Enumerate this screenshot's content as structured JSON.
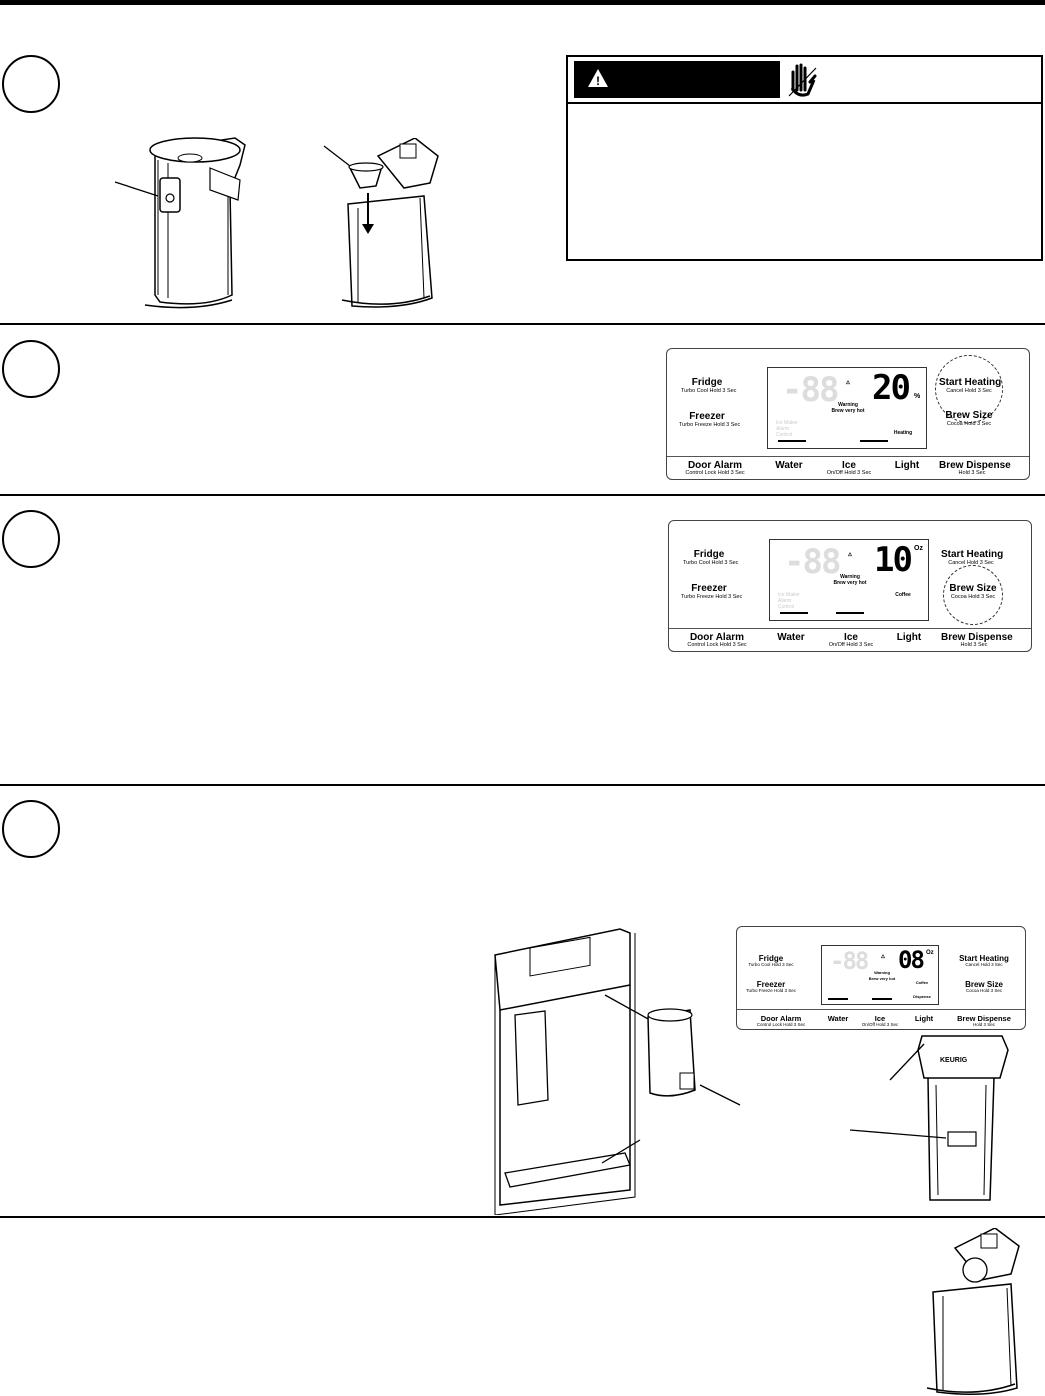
{
  "panel2": {
    "left_labels": [
      {
        "title": "Fridge",
        "sub": "Turbo Cool Hold 3 Sec"
      },
      {
        "title": "Freezer",
        "sub": "Turbo Freeze Hold 3 Sec"
      }
    ],
    "right_labels": [
      {
        "title": "Start Heating",
        "sub": "Cancel Hold 3 Sec"
      },
      {
        "title": "Brew Size",
        "sub": "Cocoa Hold 3 Sec"
      }
    ],
    "bottom_labels": [
      {
        "title": "Door Alarm",
        "sub": "Control Lock Hold 3 Sec"
      },
      {
        "title": "Water",
        "sub": ""
      },
      {
        "title": "Ice",
        "sub": "On/Off Hold 3 Sec"
      },
      {
        "title": "Light",
        "sub": ""
      },
      {
        "title": "Brew Dispense",
        "sub": "Hold 3 Sec"
      }
    ],
    "display_value": "20",
    "display_unit": "%",
    "warning_text": "Warning\nBrew very hot",
    "status_text": "Heating"
  },
  "panel3": {
    "left_labels": [
      {
        "title": "Fridge",
        "sub": "Turbo Cool Hold 3 Sec"
      },
      {
        "title": "Freezer",
        "sub": "Turbo Freeze Hold 3 Sec"
      }
    ],
    "right_labels": [
      {
        "title": "Start Heating",
        "sub": "Cancel Hold 3 Sec"
      },
      {
        "title": "Brew Size",
        "sub": "Cocoa Hold 3 Sec"
      }
    ],
    "bottom_labels": [
      {
        "title": "Door Alarm",
        "sub": "Control Lock Hold 3 Sec"
      },
      {
        "title": "Water",
        "sub": ""
      },
      {
        "title": "Ice",
        "sub": "On/Off Hold 3 Sec"
      },
      {
        "title": "Light",
        "sub": ""
      },
      {
        "title": "Brew Dispense",
        "sub": "Hold 3 Sec"
      }
    ],
    "display_value": "10",
    "display_unit": "Oz",
    "warning_text": "Warning\nBrew very hot",
    "status_text": "Coffee"
  },
  "panel4": {
    "left_labels": [
      {
        "title": "Fridge",
        "sub": "Turbo Cool Hold 3 Sec"
      },
      {
        "title": "Freezer",
        "sub": "Turbo Freeze Hold 3 Sec"
      }
    ],
    "right_labels": [
      {
        "title": "Start Heating",
        "sub": "Cancel Hold 3 Sec"
      },
      {
        "title": "Brew Size",
        "sub": "Cocoa Hold 3 Sec"
      }
    ],
    "bottom_labels": [
      {
        "title": "Door Alarm",
        "sub": "Control Lock Hold 3 Sec"
      },
      {
        "title": "Water",
        "sub": ""
      },
      {
        "title": "Ice",
        "sub": "On/Off Hold 3 Sec"
      },
      {
        "title": "Light",
        "sub": ""
      },
      {
        "title": "Brew Dispense",
        "sub": "Hold 3 Sec"
      }
    ],
    "display_value": "08",
    "display_unit": "Oz",
    "warning_text": "Warning\nBrew very hot",
    "status_text": "Coffee",
    "status_text2": "Dispense",
    "brand": "KEURIG"
  }
}
